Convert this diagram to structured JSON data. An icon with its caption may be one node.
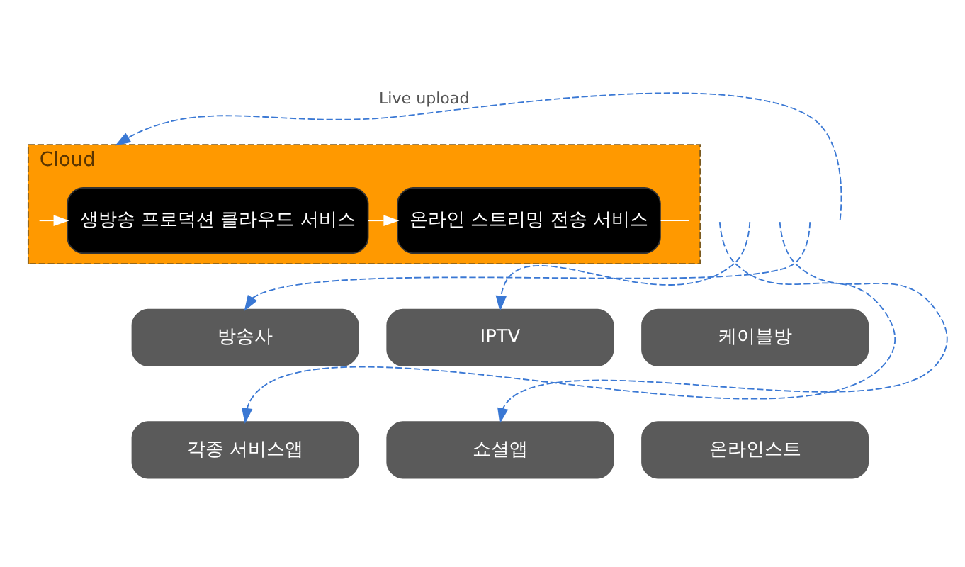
{
  "diagram": {
    "nodes": [
      {
        "text": [
          "Cloud"
        ]
      },
      {
        "text": [
          "생방송 프로덕션 클라우드 서비스"
        ],
        "in": 0
      },
      {
        "text": [
          "온라인 스트리밍 전송 서비스"
        ],
        "in": 0
      },
      {
        "text": [
          "방송사"
        ]
      },
      {
        "text": [
          "IPTV"
        ]
      },
      {
        "text": [
          "케이블방"
        ]
      },
      {
        "text": [
          "각종 서비스앱"
        ]
      },
      {
        "text": [
          "쇼셜앱"
        ]
      },
      {
        "text": [
          "온라인스트"
        ]
      }
    ],
    "edges": [
      {
        "from": null,
        "to": 0,
        "arrow": "to",
        "label": "Live upload",
        "style": "dashed",
        "color": "#3a78d4"
      },
      {
        "from": null,
        "to": 1,
        "arrow": "to",
        "color": "#ffffff"
      },
      {
        "from": 1,
        "to": 2,
        "arrow": "to",
        "color": "#ffffff"
      },
      {
        "from": 2,
        "to": null,
        "arrow": "none",
        "color": "#ffffff"
      },
      {
        "from": null,
        "to": 3,
        "arrow": "to",
        "style": "dashed",
        "color": "#3a78d4"
      },
      {
        "from": null,
        "to": 4,
        "arrow": "to",
        "style": "dashed",
        "color": "#3a78d4"
      },
      {
        "from": null,
        "to": 6,
        "arrow": "to",
        "style": "dashed",
        "color": "#3a78d4"
      },
      {
        "from": null,
        "to": 7,
        "arrow": "to",
        "style": "dashed",
        "color": "#3a78d4"
      }
    ]
  }
}
